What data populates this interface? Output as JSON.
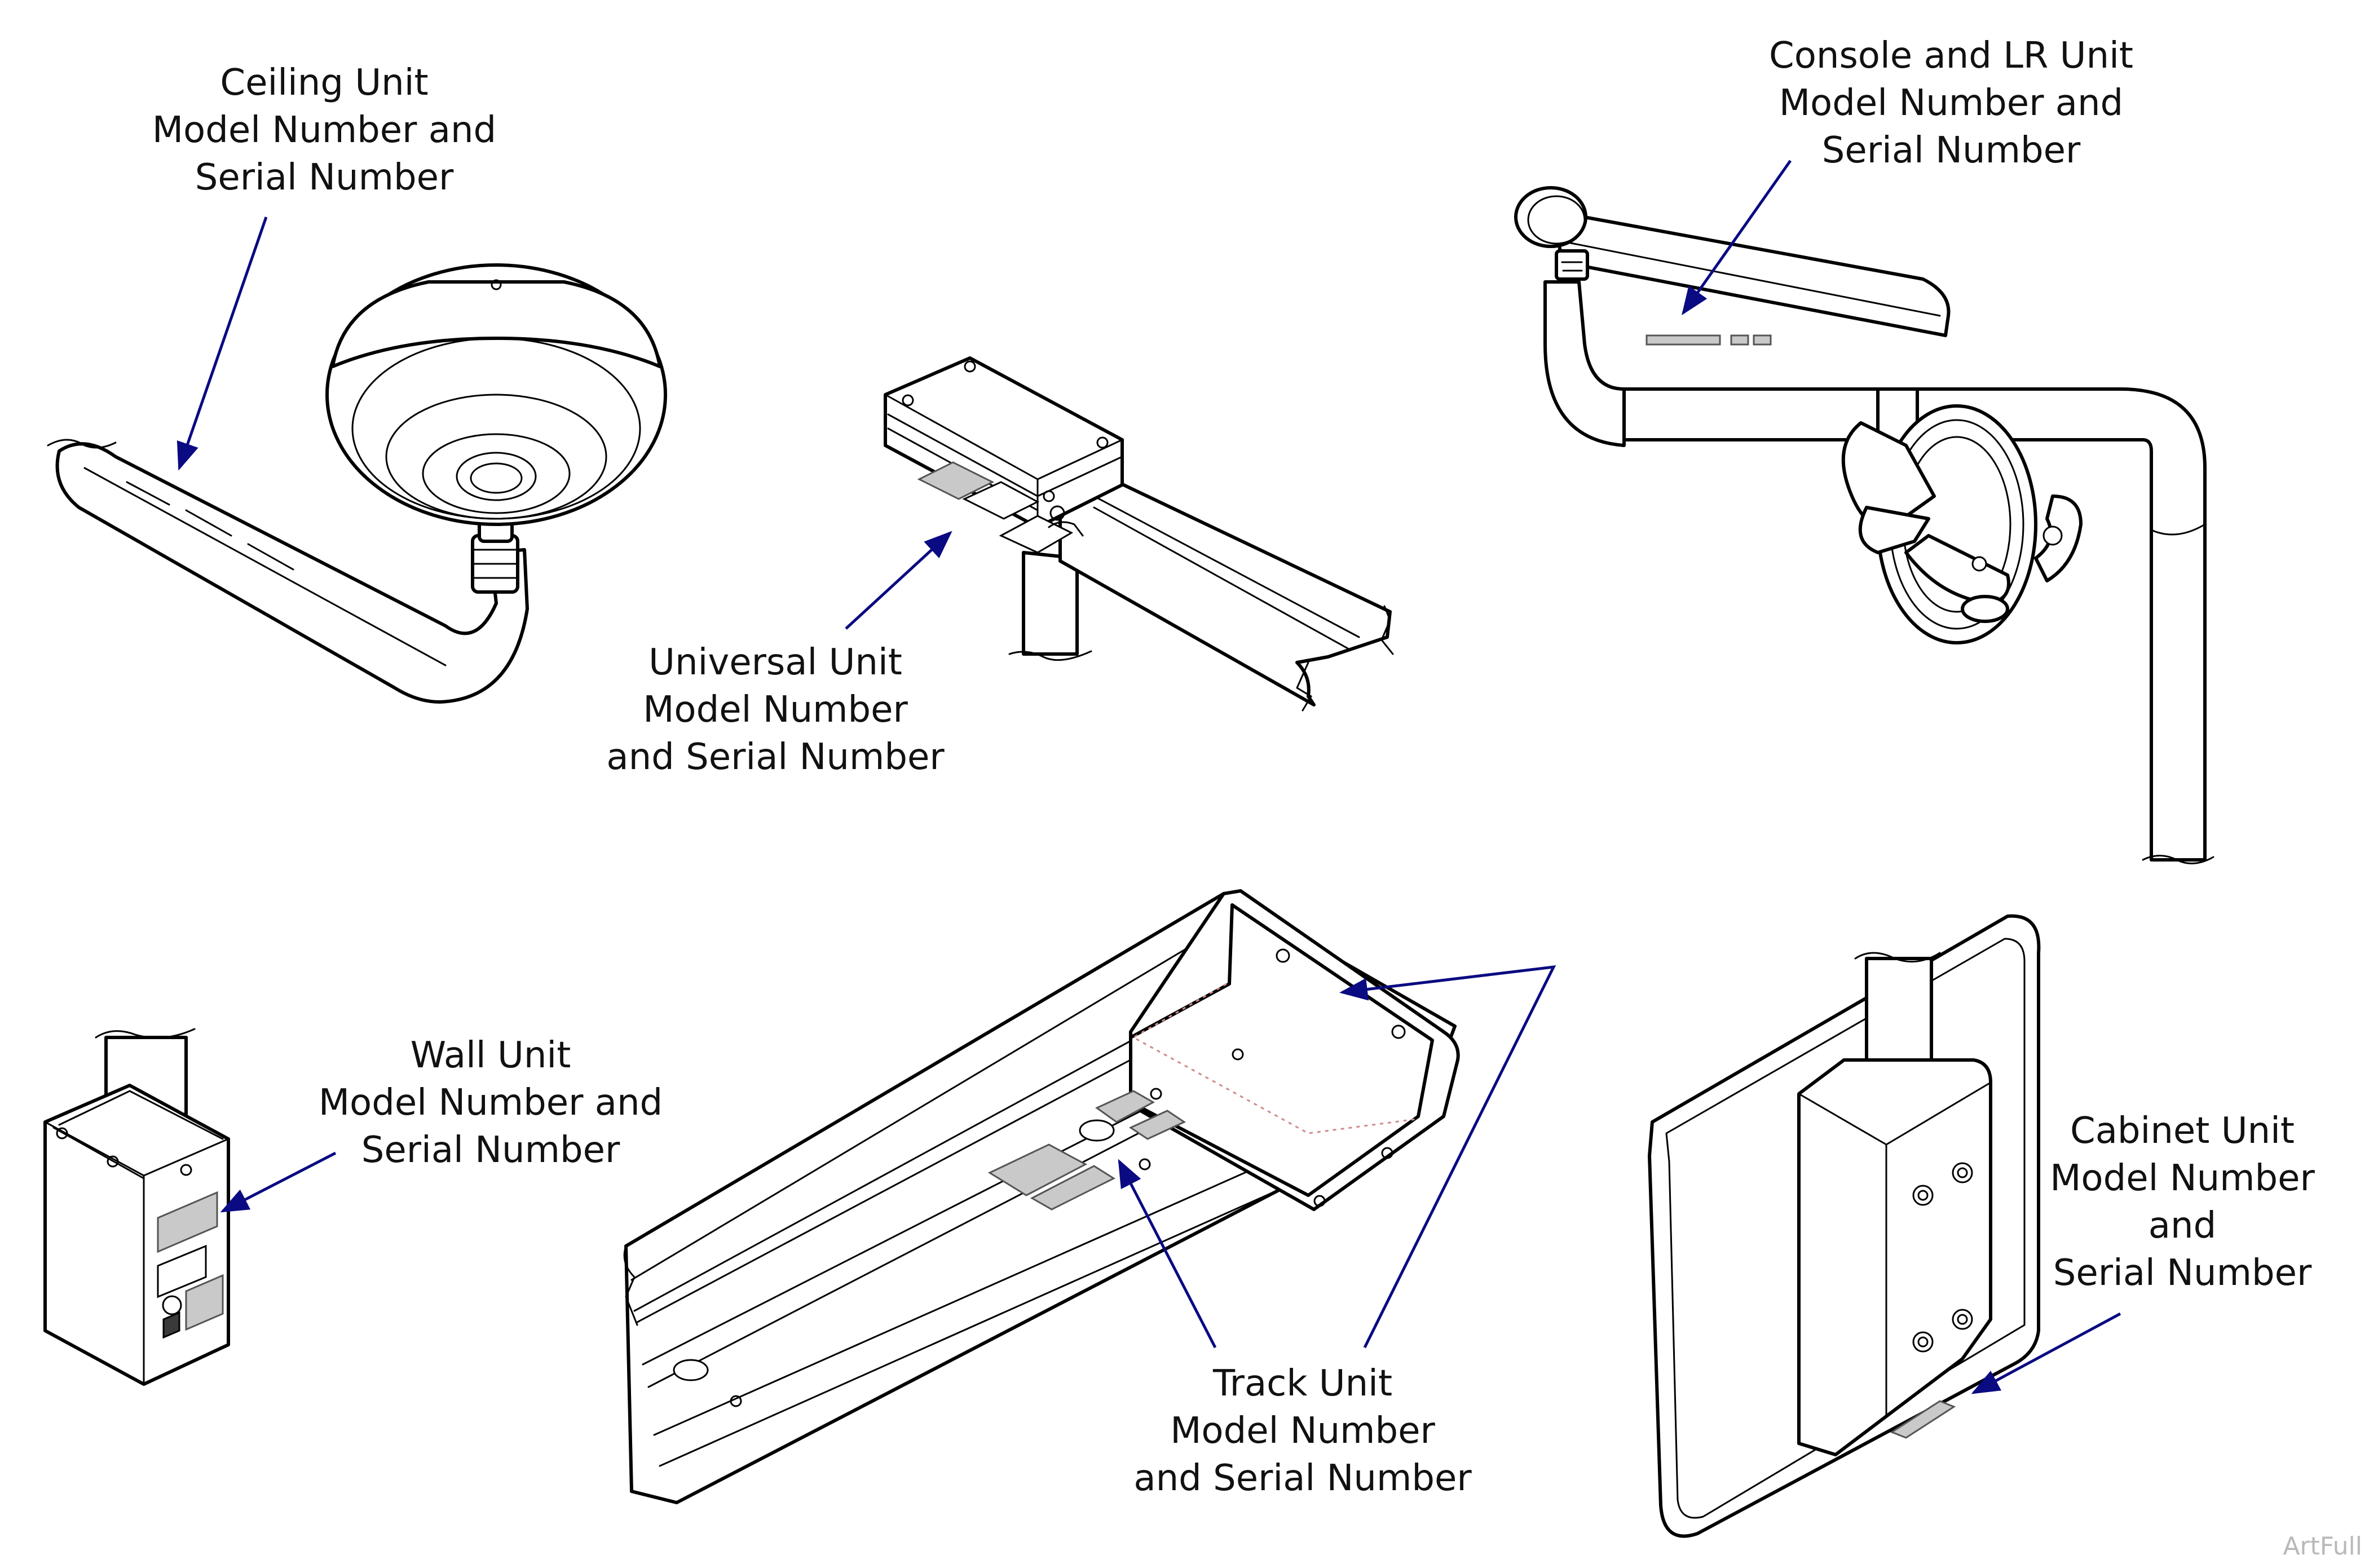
{
  "callouts": {
    "ceiling": {
      "lines": [
        "Ceiling Unit",
        "Model Number and",
        "Serial Number"
      ]
    },
    "universal": {
      "lines": [
        "Universal Unit",
        "Model Number",
        "and Serial Number"
      ]
    },
    "console": {
      "lines": [
        "Console and LR Unit",
        "Model Number and",
        "Serial Number"
      ]
    },
    "wall": {
      "lines": [
        "Wall Unit",
        "Model Number and",
        "Serial Number"
      ]
    },
    "track": {
      "lines": [
        "Track Unit",
        "Model Number",
        "and Serial Number"
      ]
    },
    "cabinet": {
      "lines": [
        "Cabinet Unit",
        "Model Number",
        "and",
        "Serial Number"
      ]
    }
  },
  "watermark": "ArtFull",
  "colors": {
    "leader": "#0a0a82",
    "outline": "#000000",
    "label_plate": "#c9c9c9",
    "hidden_edge": "#d08a8a"
  }
}
